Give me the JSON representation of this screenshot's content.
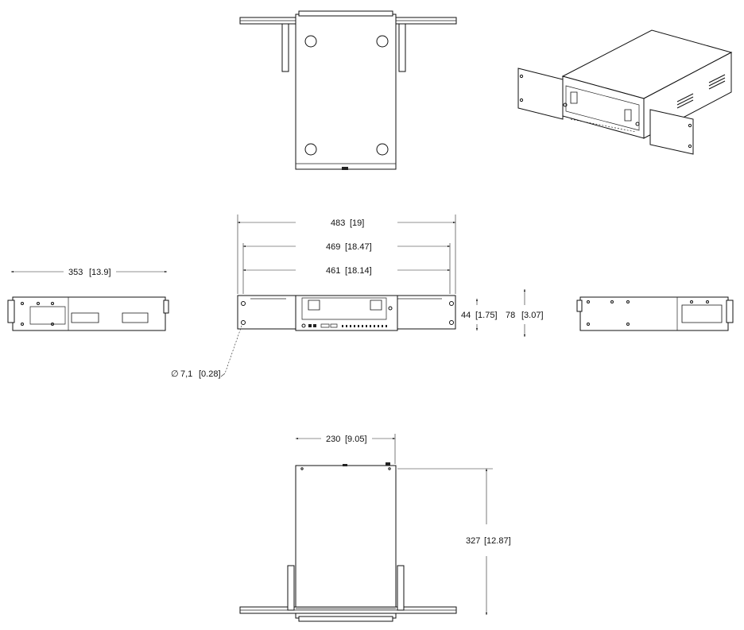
{
  "dimensions": {
    "overall_width": {
      "value": "483",
      "alt": "[19]"
    },
    "ear_span": {
      "value": "469",
      "alt": "[18.47]"
    },
    "body_width": {
      "value": "461",
      "alt": "[18.14]"
    },
    "body_height": {
      "value": "44",
      "alt": "[1.75]"
    },
    "total_height": {
      "value": "78",
      "alt": "[3.07]"
    },
    "depth_side": {
      "value": "353",
      "alt": "[13.9]"
    },
    "hole_diameter": {
      "symbol": "∅",
      "value": "7,1",
      "alt": "[0.28]"
    },
    "depth_width_bottom": {
      "value": "230",
      "alt": "[9.05]"
    },
    "depth_bottom": {
      "value": "327",
      "alt": "[12.87]"
    }
  }
}
